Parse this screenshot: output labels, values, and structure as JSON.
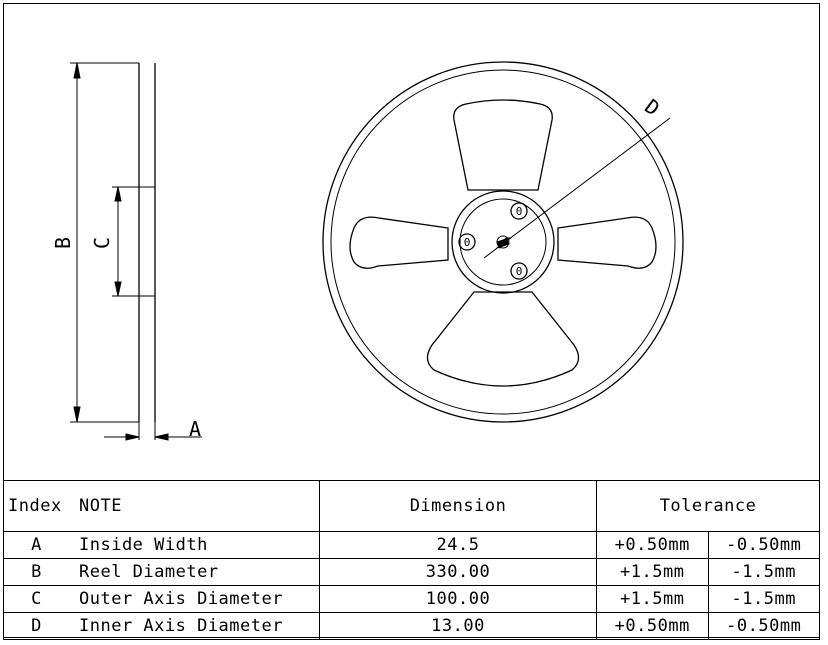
{
  "drawing": {
    "labels": {
      "a": "A",
      "b": "B",
      "c": "C",
      "d": "D"
    },
    "hole_marks": [
      "0",
      "0",
      "0"
    ]
  },
  "table": {
    "headers": {
      "index": "Index",
      "note": "NOTE",
      "dimension": "Dimension",
      "tolerance": "Tolerance"
    },
    "rows": [
      {
        "index": "A",
        "note": "Inside Width",
        "dimension": "24.5",
        "tol_plus": "+0.50mm",
        "tol_minus": "-0.50mm"
      },
      {
        "index": "B",
        "note": "Reel Diameter",
        "dimension": "330.00",
        "tol_plus": "+1.5mm",
        "tol_minus": "-1.5mm"
      },
      {
        "index": "C",
        "note": "Outer Axis Diameter",
        "dimension": "100.00",
        "tol_plus": "+1.5mm",
        "tol_minus": "-1.5mm"
      },
      {
        "index": "D",
        "note": "Inner Axis Diameter",
        "dimension": "13.00",
        "tol_plus": "+0.50mm",
        "tol_minus": "-0.50mm"
      }
    ]
  }
}
